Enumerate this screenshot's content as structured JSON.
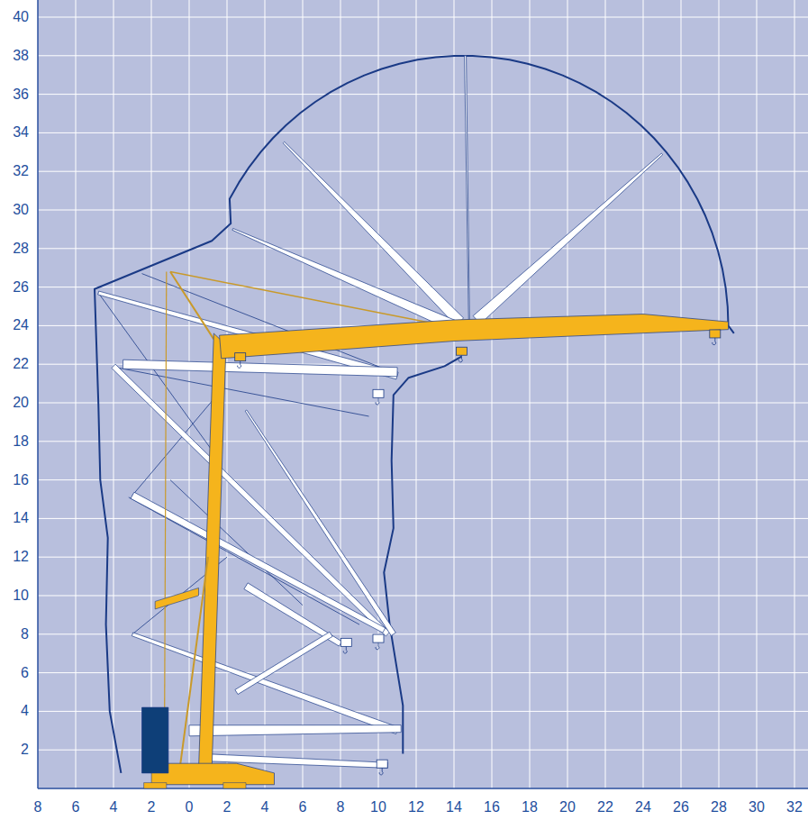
{
  "diagram": {
    "labels": [
      "40",
      "38",
      "36",
      "34",
      "32",
      "30",
      "28",
      "26",
      "24",
      "22",
      "20",
      "18",
      "16",
      "14",
      "12",
      "10",
      "8",
      "6",
      "4",
      "2",
      "8",
      "6",
      "4",
      "2",
      "0",
      "2",
      "4",
      "6",
      "8",
      "10",
      "12",
      "14",
      "16",
      "18",
      "20",
      "22",
      "24",
      "26",
      "28",
      "30",
      "32"
    ]
  }
}
